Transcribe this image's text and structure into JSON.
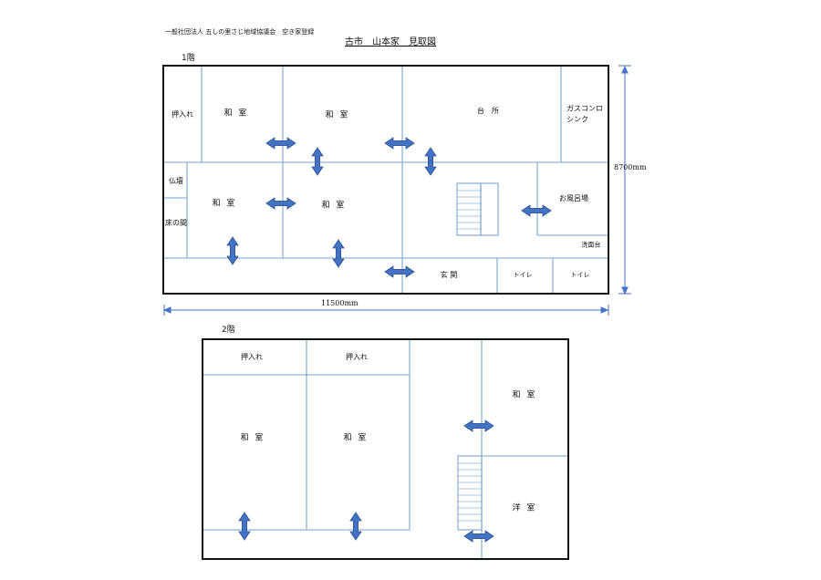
{
  "header": {
    "organization": "一般社団法人 五しの里さじ地域協議会　空き家登録",
    "title": "古市　山本家　見取図"
  },
  "dimensions": {
    "width": "11500mm",
    "height": "8700mm"
  },
  "floor1": {
    "label": "1階",
    "rooms": {
      "oshiire": "押入れ",
      "washitsu_a": "和 室",
      "washitsu_b": "和 室",
      "kitchen": "台　所",
      "stove": "ガスコンロ シンク",
      "butsudan": "仏壇",
      "tokonoma": "床の間",
      "washitsu_c": "和 室",
      "washitsu_d": "和 室",
      "bath": "お風呂場",
      "washroom": "洗面台",
      "entrance": "玄 関",
      "toilet_a": "トイレ",
      "toilet_b": "トイレ"
    }
  },
  "floor2": {
    "label": "2階",
    "rooms": {
      "oshiire_a": "押入れ",
      "oshiire_b": "押入れ",
      "washitsu_a": "和 室",
      "washitsu_b": "和 室",
      "washitsu_c": "和 室",
      "youshitsu": "洋 室"
    }
  },
  "colors": {
    "outer_wall": "#111111",
    "inner_wall": "#8fb3d6",
    "arrow_fill": "#4472c4",
    "arrow_stroke": "#2f528f"
  }
}
